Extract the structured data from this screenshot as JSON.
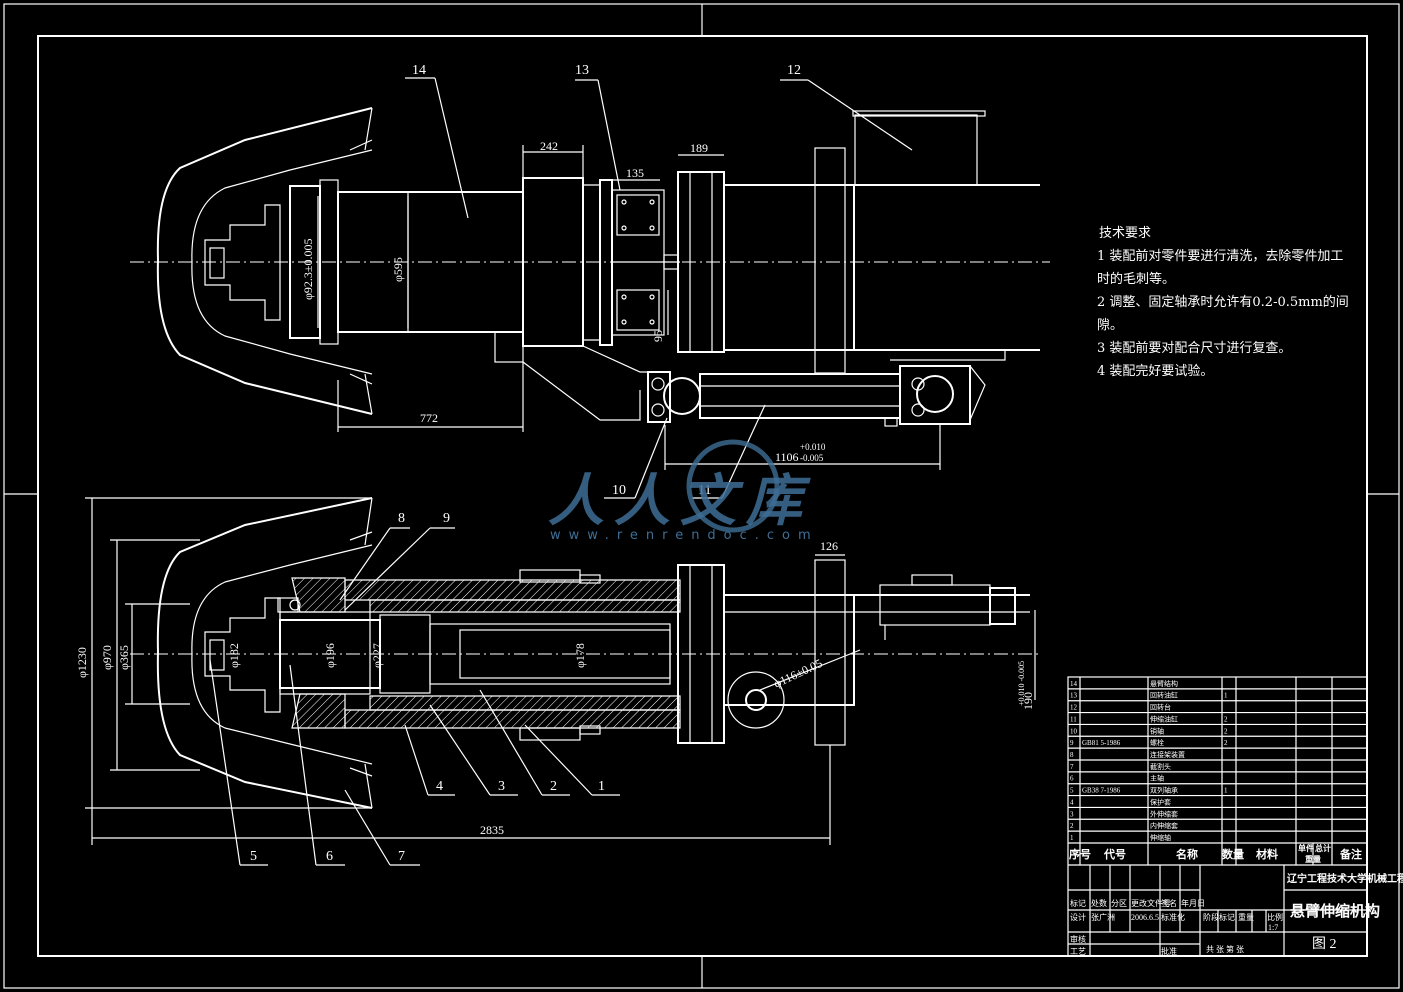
{
  "part_labels": [
    "1",
    "2",
    "3",
    "4",
    "5",
    "6",
    "7",
    "8",
    "9",
    "10",
    "11",
    "12",
    "13",
    "14"
  ],
  "dimensions": {
    "d242": "242",
    "d135": "135",
    "d189": "189",
    "d95": "95",
    "d772": "772",
    "d1106": "1106",
    "d1106_tol_up": "+0.010",
    "d1106_tol_dn": "-0.005",
    "d126": "126",
    "d2835": "2835",
    "phi595": "φ595",
    "phi923": "φ92.3±0.005",
    "phi1230": "φ1230",
    "phi970": "φ970",
    "phi365": "φ365",
    "phi182": "φ182",
    "phi196": "φ196",
    "phi227": "φ227",
    "phi178": "φ178",
    "phi116": "φ116±0.05",
    "d190": "190",
    "d190_tol": "+0.010 -0.005"
  },
  "tech_requirements": {
    "title": "技术要求",
    "items": [
      "1 装配前对零件要进行清洗，去除零件加工",
      "时的毛刺等。",
      "2 调整、固定轴承时允许有0.2-0.5mm的间",
      "隙。",
      "3 装配前要对配合尺寸进行复查。",
      "4 装配完好要试验。"
    ]
  },
  "bom": {
    "rows": [
      {
        "no": "14",
        "code": "",
        "name": "悬臂结构",
        "qty": "",
        "mat": ""
      },
      {
        "no": "13",
        "code": "",
        "name": "回转油缸",
        "qty": "1",
        "mat": ""
      },
      {
        "no": "12",
        "code": "",
        "name": "回转台",
        "qty": "",
        "mat": ""
      },
      {
        "no": "11",
        "code": "",
        "name": "伸缩油缸",
        "qty": "2",
        "mat": ""
      },
      {
        "no": "10",
        "code": "",
        "name": "销轴",
        "qty": "2",
        "mat": ""
      },
      {
        "no": "9",
        "code": "GB81 5-1986",
        "name": "螺栓",
        "qty": "2",
        "mat": ""
      },
      {
        "no": "8",
        "code": "",
        "name": "连接架装置",
        "qty": "",
        "mat": ""
      },
      {
        "no": "7",
        "code": "",
        "name": "截割头",
        "qty": "",
        "mat": ""
      },
      {
        "no": "6",
        "code": "",
        "name": "主轴",
        "qty": "",
        "mat": ""
      },
      {
        "no": "5",
        "code": "GB38 7-1986",
        "name": "双列轴承",
        "qty": "1",
        "mat": ""
      },
      {
        "no": "4",
        "code": "",
        "name": "保护套",
        "qty": "",
        "mat": ""
      },
      {
        "no": "3",
        "code": "",
        "name": "外伸缩套",
        "qty": "",
        "mat": ""
      },
      {
        "no": "2",
        "code": "",
        "name": "内伸缩套",
        "qty": "",
        "mat": ""
      },
      {
        "no": "1",
        "code": "",
        "name": "伸缩轴",
        "qty": "",
        "mat": ""
      }
    ],
    "header": {
      "no": "序号",
      "code": "代号",
      "name": "名称",
      "qty": "数量",
      "mat": "材料",
      "w1": "单件",
      "w2": "总计",
      "weight": "重量",
      "note": "备注"
    }
  },
  "title_block": {
    "school": "辽宁工程技术大学机械工程学院",
    "drawing_title": "悬臂伸缩机构",
    "drawing_no": "图 2",
    "scale": "1:7",
    "labels": {
      "marks": "标记",
      "count": "处数",
      "zone": "分区",
      "change_doc": "更改文件号",
      "sign": "签名",
      "date": "年月日",
      "design": "设计",
      "designer": "张广洲",
      "design_date": "2006.6.5",
      "std": "标准化",
      "review": "审核",
      "process": "工艺",
      "approve": "批准",
      "stage": "阶段标记",
      "weight": "重量",
      "ratio": "比例",
      "sheets": "共 张 第 张"
    }
  },
  "watermark": {
    "text": "人人文库",
    "url": "www.renrendoc.com"
  }
}
